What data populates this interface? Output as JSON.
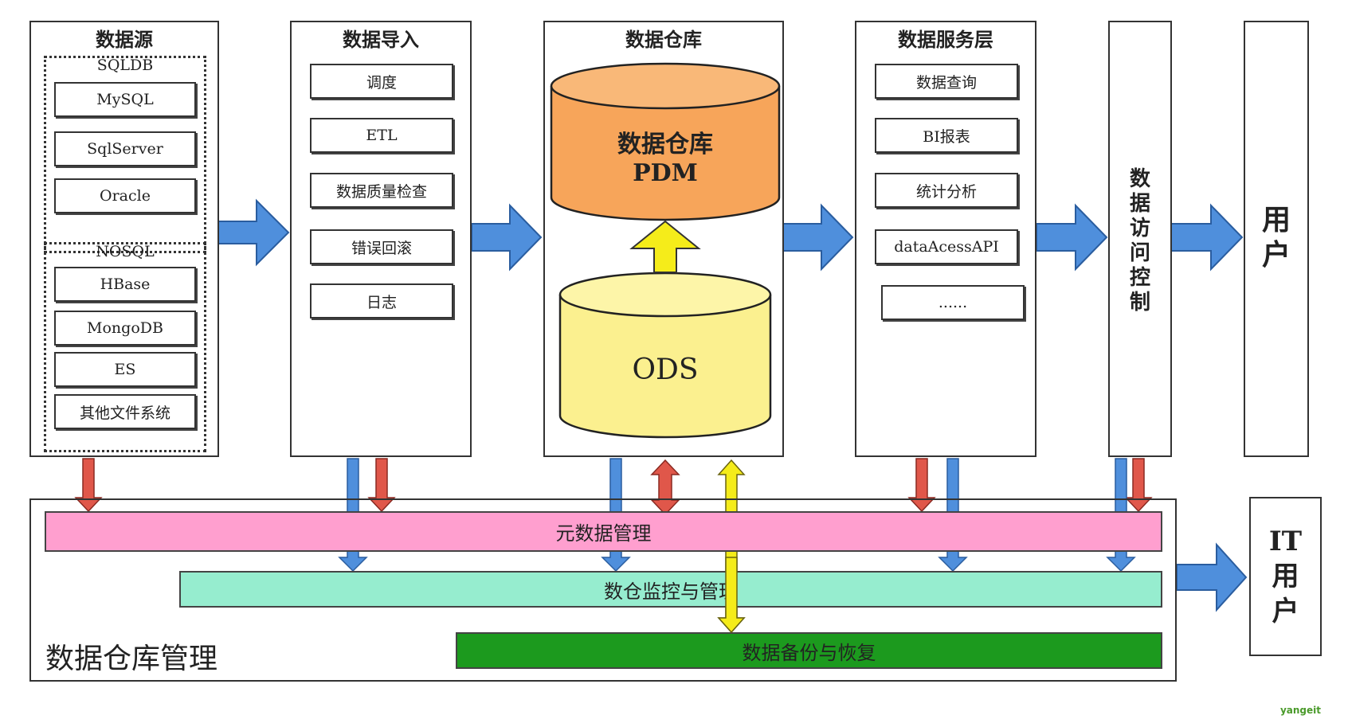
{
  "data_source": {
    "title": "数据源",
    "sql_group": {
      "label": "SQLDB",
      "items": [
        "MySQL",
        "SqlServer",
        "Oracle"
      ]
    },
    "nosql_group": {
      "label": "NOSQL",
      "items": [
        "HBase",
        "MongoDB",
        "ES",
        "其他文件系统"
      ]
    }
  },
  "data_import": {
    "title": "数据导入",
    "items": [
      "调度",
      "ETL",
      "数据质量检查",
      "错误回滚",
      "日志"
    ]
  },
  "warehouse": {
    "title": "数据仓库",
    "pdm_line1": "数据仓库",
    "pdm_line2": "PDM",
    "ods": "ODS"
  },
  "service_layer": {
    "title": "数据服务层",
    "items": [
      "数据查询",
      "BI报表",
      "统计分析",
      "dataAcessAPI",
      "......"
    ]
  },
  "access_control": {
    "chars": [
      "数",
      "据",
      "访",
      "问",
      "控",
      "制"
    ]
  },
  "user": {
    "chars": [
      "用",
      "户"
    ]
  },
  "it_user": {
    "chars": [
      "IT",
      "用",
      "户"
    ]
  },
  "management": {
    "title": "数据仓库管理",
    "metadata": "元数据管理",
    "monitoring": "数仓监控与管理",
    "backup": "数据备份与恢复"
  },
  "colors": {
    "blue_arrow": "#4f8fdc",
    "red_arrow": "#e0574a",
    "yellow_arrow": "#f5ec1a",
    "pdm_fill": "#f7a55a",
    "ods_fill": "#fbf08f",
    "metadata_bar": "#ff9fcf",
    "monitoring_bar": "#96edcf",
    "backup_bar": "#1c9a1e"
  },
  "watermark": "yangeit"
}
